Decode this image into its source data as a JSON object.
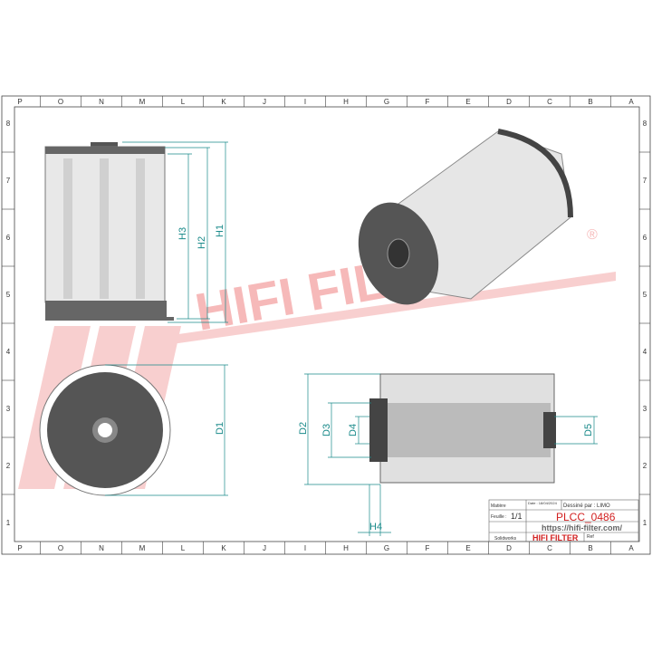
{
  "columns": [
    "P",
    "O",
    "N",
    "M",
    "L",
    "K",
    "J",
    "I",
    "H",
    "G",
    "F",
    "E",
    "D",
    "C",
    "B",
    "A"
  ],
  "rows": [
    "8",
    "7",
    "6",
    "5",
    "4",
    "3",
    "2",
    "1"
  ],
  "watermark": "HIFI FILTER",
  "registered": "®",
  "dimensions": {
    "h1": "H1",
    "h2": "H2",
    "h3": "H3",
    "h4": "H4",
    "d1": "D1",
    "d2": "D2",
    "d3": "D3",
    "d4": "D4",
    "d5": "D5"
  },
  "title_block": {
    "matiere_label": "Matière",
    "date_label": "Date : 18/04/2024",
    "dessine_label": "Dessiné par : LIMO",
    "feuille_label": "Feuille :",
    "feuille_value": "1/1",
    "part_number": "PLCC_0486",
    "url": "https://hifi-filter.com/",
    "software": "Solidworks",
    "brand": "HIFI FILTER",
    "ref_label": "Ref"
  },
  "colors": {
    "dimension": "#1a8a8a",
    "brand": "#d22020",
    "watermark": "#f4a8a8",
    "part": "#555555"
  }
}
